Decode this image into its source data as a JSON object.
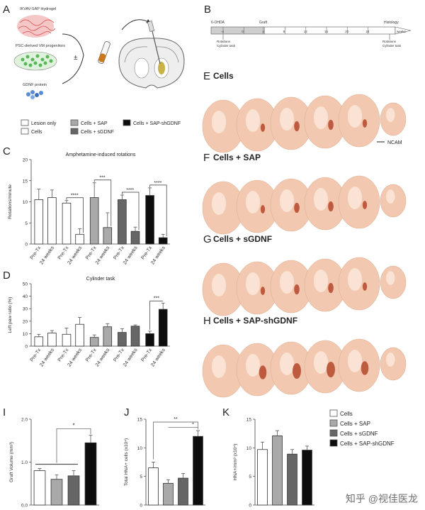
{
  "panels": {
    "A": {
      "letter": "A",
      "labels": [
        "IKVAV-SAP Hydrogel",
        "PSC-derived VM progenitors",
        "GDNF protein"
      ],
      "plus_minus": "±"
    },
    "B": {
      "letter": "B",
      "top_labels": [
        "6-OHDA",
        "Graft",
        "Histology"
      ],
      "bottom_labels": [
        "Rotations\nCylinder task",
        "Rotations\nCylinder task"
      ],
      "ticks": [
        "-4",
        "0",
        "4",
        "8",
        "12",
        "16",
        "20",
        "24"
      ],
      "axis_unit": "weeks"
    },
    "histology": [
      {
        "letter": "E",
        "title": "Cells",
        "marker": "NCAM"
      },
      {
        "letter": "F",
        "title": "Cells + SAP"
      },
      {
        "letter": "G",
        "title": "Cells + sGDNF"
      },
      {
        "letter": "H",
        "title": "Cells + SAP-shGDNF"
      }
    ],
    "legend_top": [
      "Lesion only",
      "Cells",
      "Cells + SAP",
      "Cells + sGDNF",
      "Cells + SAP-shGDNF"
    ],
    "legend_bottom": [
      "Cells",
      "Cells + SAP",
      "Cells + sGDNF",
      "Cells + SAP-shGDNF"
    ]
  },
  "colors": {
    "lesion": "#ffffff",
    "cells": "#ffffff",
    "sap": "#a9a9a9",
    "sgdnf": "#666666",
    "shgdnf": "#0d0d0d",
    "error": "#c9a3a3",
    "tissue": "#f2c9b0",
    "stain": "#b5482b"
  },
  "chart_data": [
    {
      "panel": "C",
      "type": "bar",
      "title": "Amphetamine-induced rotations",
      "ylabel": "Rotations/minute",
      "ylim": [
        0,
        20
      ],
      "yticks": [
        0,
        5,
        10,
        15,
        20
      ],
      "categories": [
        "Pre-Tx",
        "24 weeks",
        "Pre-Tx",
        "24 weeks",
        "Pre-Tx",
        "24 weeks",
        "Pre-Tx",
        "24 weeks",
        "Pre-Tx",
        "24 weeks"
      ],
      "groups": [
        "Lesion only",
        "Cells",
        "Cells + SAP",
        "Cells + sGDNF",
        "Cells + SAP-shGDNF"
      ],
      "values": [
        10.5,
        11.0,
        9.7,
        2.3,
        11.0,
        3.9,
        10.5,
        3.0,
        11.5,
        1.5
      ],
      "errors": [
        2.5,
        1.8,
        0.6,
        1.3,
        3.5,
        3.5,
        1.1,
        1.0,
        1.8,
        0.8
      ],
      "significance": [
        "",
        "****",
        "***",
        "****",
        "****"
      ]
    },
    {
      "panel": "D",
      "type": "bar",
      "title": "Cylinder task",
      "ylabel": "Left paw ratio (%)",
      "ylim": [
        0,
        50
      ],
      "yticks": [
        0,
        10,
        20,
        30,
        40,
        50
      ],
      "categories": [
        "Pre-Tx",
        "24 weeks",
        "Pre-Tx",
        "24 weeks",
        "Pre-Tx",
        "24 weeks",
        "Pre-Tx",
        "24 weeks",
        "Pre-Tx",
        "24 weeks"
      ],
      "groups": [
        "Lesion only",
        "Cells",
        "Cells + SAP",
        "Cells + sGDNF",
        "Cells + SAP-shGDNF"
      ],
      "values": [
        7.5,
        10.5,
        9.5,
        17.5,
        7.0,
        15.5,
        11.0,
        16.0,
        10.0,
        29.5
      ],
      "errors": [
        2.0,
        2.0,
        5.0,
        5.5,
        2.0,
        2.5,
        3.0,
        1.0,
        2.0,
        5.0
      ],
      "significance": [
        "",
        "",
        "",
        "",
        "***"
      ]
    },
    {
      "panel": "I",
      "type": "bar",
      "ylabel": "Graft Volume (mm³)",
      "ylim": [
        0,
        2.0
      ],
      "yticks": [
        0.0,
        1.0,
        2.0
      ],
      "ytick_labels": [
        "0.0",
        "1.0",
        "2.0"
      ],
      "categories": [
        "Cells",
        "Cells + SAP",
        "Cells + sGDNF",
        "Cells + SAP-shGDNF"
      ],
      "values": [
        0.8,
        0.6,
        0.68,
        1.45
      ],
      "errors": [
        0.05,
        0.1,
        0.12,
        0.18
      ],
      "significance": "*"
    },
    {
      "panel": "J",
      "type": "bar",
      "ylabel": "Total HNA+ cells (x10⁴)",
      "ylim": [
        0,
        15
      ],
      "yticks": [
        0,
        5,
        10,
        15
      ],
      "categories": [
        "Cells",
        "Cells + SAP",
        "Cells + sGDNF",
        "Cells + SAP-shGDNF"
      ],
      "values": [
        6.5,
        3.8,
        4.7,
        12.0
      ],
      "errors": [
        1.0,
        0.6,
        0.8,
        1.0
      ],
      "significance": [
        "**",
        "*"
      ]
    },
    {
      "panel": "K",
      "type": "bar",
      "ylabel": "HNA+/mm³ (x10⁴)",
      "ylim": [
        0,
        15
      ],
      "yticks": [
        0,
        5,
        10,
        15
      ],
      "categories": [
        "Cells",
        "Cells + SAP",
        "Cells + sGDNF",
        "Cells + SAP-shGDNF"
      ],
      "values": [
        9.7,
        12.1,
        8.9,
        9.6
      ],
      "errors": [
        1.3,
        0.9,
        0.8,
        0.7
      ]
    }
  ],
  "watermark": "知乎 @视佳医龙"
}
